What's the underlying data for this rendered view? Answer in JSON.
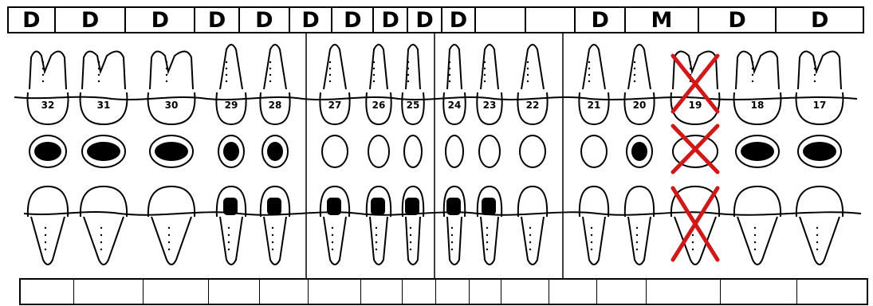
{
  "chart": {
    "teeth": [
      {
        "number": "32",
        "code": "D",
        "missing": false
      },
      {
        "number": "31",
        "code": "D",
        "missing": false
      },
      {
        "number": "30",
        "code": "D",
        "missing": false
      },
      {
        "number": "29",
        "code": "D",
        "missing": false
      },
      {
        "number": "28",
        "code": "D",
        "missing": false
      },
      {
        "number": "27",
        "code": "D",
        "missing": false
      },
      {
        "number": "26",
        "code": "D",
        "missing": false
      },
      {
        "number": "25",
        "code": "D",
        "missing": false
      },
      {
        "number": "24",
        "code": "D",
        "missing": false
      },
      {
        "number": "23",
        "code": "D",
        "missing": false
      },
      {
        "number": "22",
        "code": "",
        "missing": false
      },
      {
        "number": "21",
        "code": "",
        "missing": false
      },
      {
        "number": "20",
        "code": "D",
        "missing": false
      },
      {
        "number": "19",
        "code": "M",
        "missing": true
      },
      {
        "number": "18",
        "code": "D",
        "missing": false
      },
      {
        "number": "17",
        "code": "D",
        "missing": false
      }
    ],
    "marker_color": "#d01818"
  }
}
